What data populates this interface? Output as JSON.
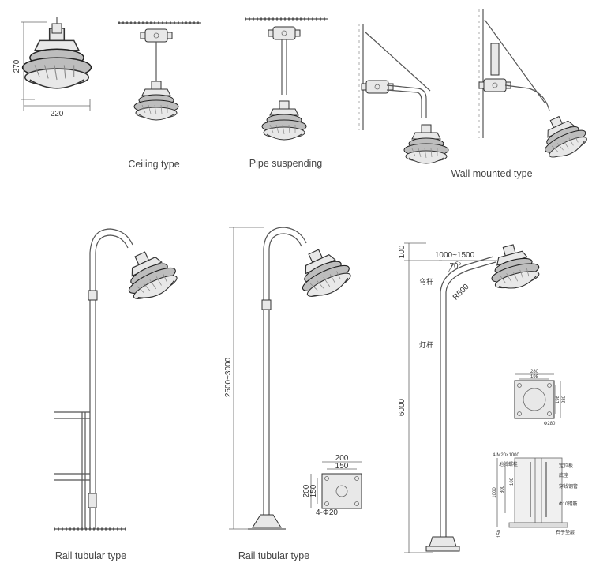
{
  "captions": {
    "ceiling": "Ceiling type",
    "pipe": "Pipe suspending",
    "wall": "Wall mounted type",
    "rail1": "Rail tubular type",
    "rail2": "Rail tubular type"
  },
  "dims": {
    "height_270": "270",
    "width_220": "220",
    "height_2500_3000": "2500~3000",
    "plate_200_top": "200",
    "plate_150_top": "150",
    "plate_200_side": "200",
    "plate_150_side": "150",
    "holes": "4-Φ20",
    "pole_100": "100",
    "arm_1000_1500": "1000~1500",
    "angle_70": "70°",
    "radius_r500": "R500",
    "pole_6000": "6000",
    "wanggan": "弯杆",
    "denggan": "灯杆",
    "base_280_top": "280",
    "base_198_top": "198",
    "base_198_side": "198",
    "base_280_side": "280",
    "base_phi280": "Φ280",
    "found_bolt": "4-M20×1000",
    "found_bolt_cn": "地脚螺栓",
    "found_1000": "1000",
    "found_800": "800",
    "found_150": "150",
    "found_100": "100",
    "found_l1": "定位板",
    "found_l2": "底座",
    "found_l3": "穿线钢管",
    "found_l4": "Φ10钢筋",
    "found_l5": "石子垫层"
  }
}
